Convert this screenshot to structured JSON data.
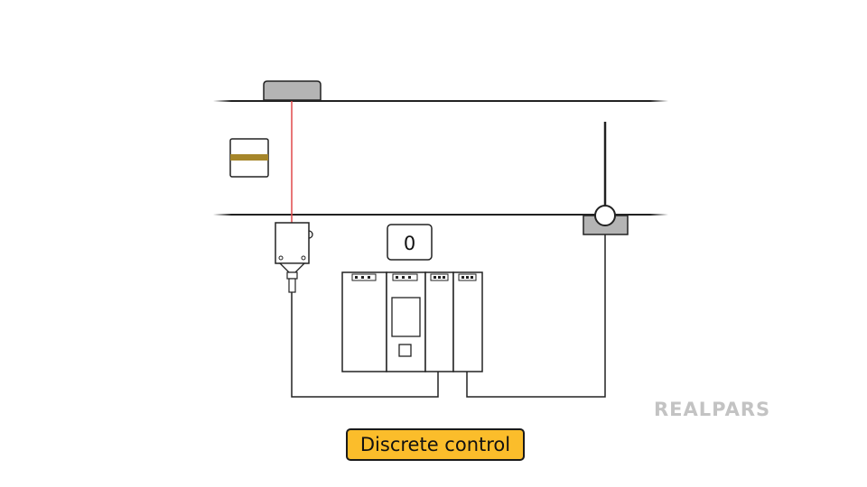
{
  "counter": {
    "value": "0"
  },
  "caption": {
    "text": "Discrete control"
  },
  "logo": {
    "text": "REALPARS"
  },
  "colors": {
    "laser_beam": "#e0484a",
    "package_stripe": "#a6862a",
    "caption_bg": "#fbbd2b",
    "conveyor_block": "#b4b4b4",
    "logo": "#c3c3c3"
  },
  "icons": [
    "reflector-icon",
    "package-icon",
    "photo-eye-sensor-icon",
    "limit-switch-icon",
    "plc-rack-icon"
  ]
}
